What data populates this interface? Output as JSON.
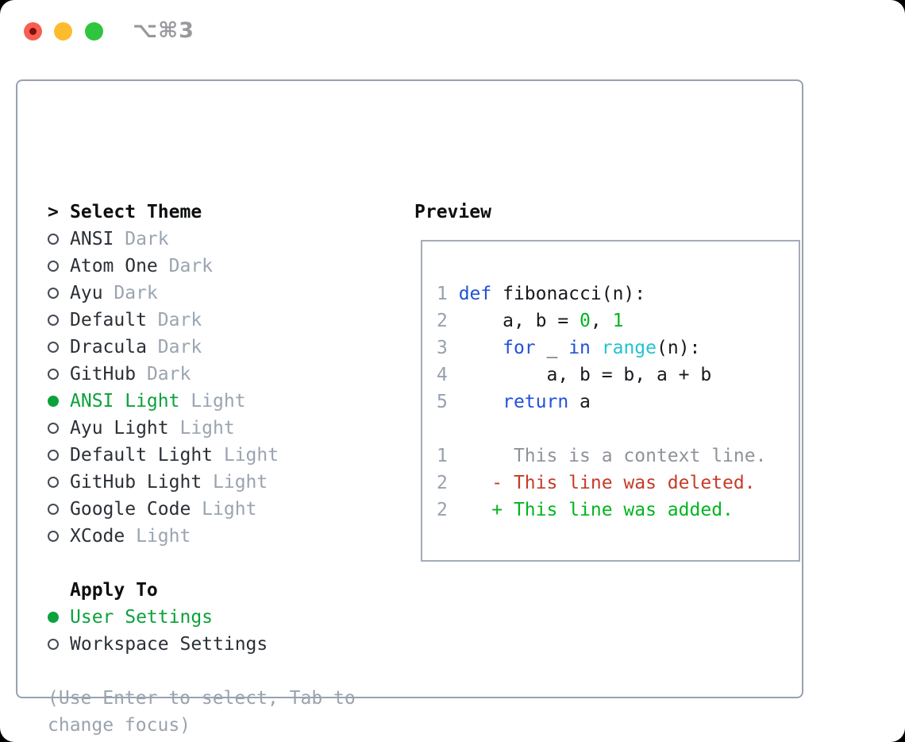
{
  "titlebar": {
    "shortcut_label": "⌥⌘3"
  },
  "theme_selector": {
    "title": "Select Theme",
    "focus_marker": ">",
    "options": [
      {
        "name": "ANSI",
        "variant": "Dark",
        "selected": false
      },
      {
        "name": "Atom One",
        "variant": "Dark",
        "selected": false
      },
      {
        "name": "Ayu",
        "variant": "Dark",
        "selected": false
      },
      {
        "name": "Default",
        "variant": "Dark",
        "selected": false
      },
      {
        "name": "Dracula",
        "variant": "Dark",
        "selected": false
      },
      {
        "name": "GitHub",
        "variant": "Dark",
        "selected": false
      },
      {
        "name": "ANSI Light",
        "variant": "Light",
        "selected": true
      },
      {
        "name": "Ayu Light",
        "variant": "Light",
        "selected": false
      },
      {
        "name": "Default Light",
        "variant": "Light",
        "selected": false
      },
      {
        "name": "GitHub Light",
        "variant": "Light",
        "selected": false
      },
      {
        "name": "Google Code",
        "variant": "Light",
        "selected": false
      },
      {
        "name": "XCode",
        "variant": "Light",
        "selected": false
      }
    ]
  },
  "apply_to": {
    "title": "Apply To",
    "options": [
      {
        "name": "User Settings",
        "selected": true
      },
      {
        "name": "Workspace Settings",
        "selected": false
      }
    ]
  },
  "help_lines": [
    "(Use Enter to select, Tab to",
    "change focus)"
  ],
  "preview": {
    "title": "Preview",
    "code_lines": [
      {
        "num": "1",
        "tokens": [
          [
            "def",
            "kw"
          ],
          [
            " fibonacci(n):",
            "plain"
          ]
        ]
      },
      {
        "num": "2",
        "tokens": [
          [
            "    a, b = ",
            "plain"
          ],
          [
            "0",
            "num"
          ],
          [
            ", ",
            "plain"
          ],
          [
            "1",
            "num"
          ]
        ]
      },
      {
        "num": "3",
        "tokens": [
          [
            "    ",
            "plain"
          ],
          [
            "for",
            "kw"
          ],
          [
            " _ ",
            "plain"
          ],
          [
            "in",
            "kw"
          ],
          [
            " ",
            "plain"
          ],
          [
            "range",
            "fn"
          ],
          [
            "(n):",
            "plain"
          ]
        ]
      },
      {
        "num": "4",
        "tokens": [
          [
            "        a, b = b, a + b",
            "plain"
          ]
        ]
      },
      {
        "num": "5",
        "tokens": [
          [
            "    ",
            "plain"
          ],
          [
            "return",
            "kw"
          ],
          [
            " a",
            "plain"
          ]
        ]
      }
    ],
    "diff_lines": [
      {
        "num": "1",
        "text": "     This is a context line.",
        "kind": "context"
      },
      {
        "num": "2",
        "text": "   - This line was deleted.",
        "kind": "deleted"
      },
      {
        "num": "2",
        "text": "   + This line was added.",
        "kind": "added"
      }
    ]
  },
  "colors": {
    "green_select": "#0ba23b",
    "green_bright": "#00b51e",
    "blue": "#2151d9",
    "cyan": "#22c3cd",
    "red": "#c63b28",
    "ink": "#17191d",
    "panel_border": "#97a1b0"
  }
}
